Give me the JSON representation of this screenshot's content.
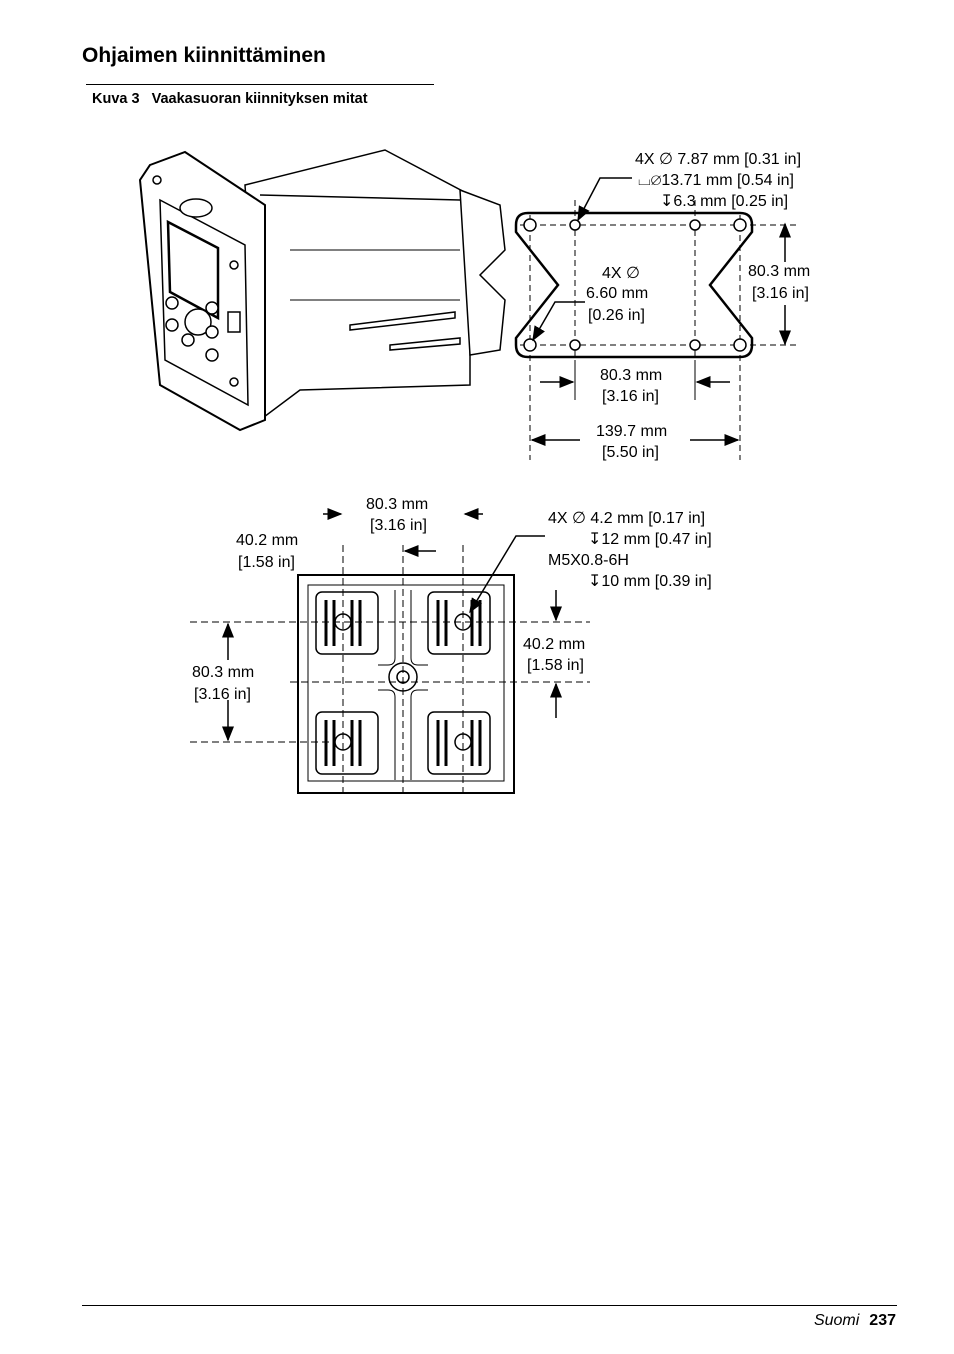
{
  "section": {
    "title": "Ohjaimen kiinnittäminen"
  },
  "figure": {
    "number": "Kuva 3",
    "title": "Vaakasuoran kiinnityksen mitat",
    "top_plate_labels": {
      "holes_line1": "4X ∅ 7.87 mm [0.31 in]",
      "holes_line2": "⌴∅13.71 mm [0.54 in]",
      "holes_line3": "↧6.3 mm [0.25 in]",
      "inner_holes_1": "4X ∅",
      "inner_holes_2": "6.60 mm",
      "inner_holes_3": "[0.26 in]",
      "vert_mm": "80.3 mm",
      "vert_in": "[3.16 in]",
      "horiz_mm": "80.3 mm",
      "horiz_in": "[3.16 in]",
      "overall_mm": "139.7 mm",
      "overall_in": "[5.50 in]"
    },
    "back_view_labels": {
      "top_mm": "80.3 mm",
      "top_in": "[3.16 in]",
      "left_offset_mm": "40.2 mm",
      "left_offset_in": "[1.58 in]",
      "left_vert_mm": "80.3 mm",
      "left_vert_in": "[3.16 in]",
      "right_offset_mm": "40.2 mm",
      "right_offset_in": "[1.58 in]",
      "thread_line1": "4X ∅ 4.2 mm [0.17 in]",
      "thread_line2": "↧12 mm [0.47 in]",
      "thread_line3": "M5X0.8-6H",
      "thread_line4": "↧10 mm [0.39 in]"
    }
  },
  "footer": {
    "language": "Suomi",
    "page": "237"
  }
}
